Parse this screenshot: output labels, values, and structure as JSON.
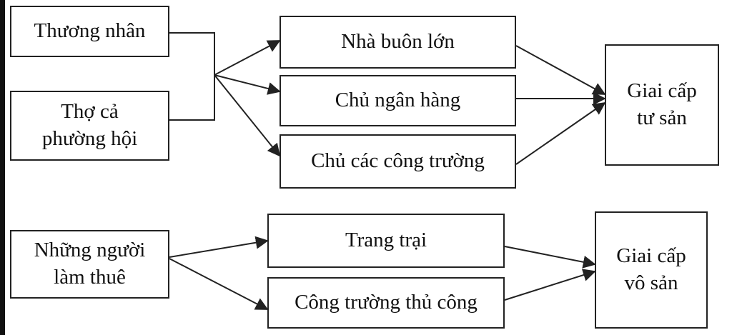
{
  "diagram": {
    "sources": {
      "thuong_nhan": "Thương nhân",
      "tho_ca_line1": "Thợ cả",
      "tho_ca_line2": "phường hội",
      "lam_thue_line1": "Những người",
      "lam_thue_line2": "làm thuê"
    },
    "middle": {
      "nha_buon_lon": "Nhà buôn lớn",
      "chu_ngan_hang": "Chủ ngân hàng",
      "chu_cong_truong": "Chủ các công trường",
      "trang_trai": "Trang trại",
      "cong_truong_thu_cong": "Công trường thủ công"
    },
    "results": {
      "tu_san_line1": "Giai cấp",
      "tu_san_line2": "tư sản",
      "vo_san_line1": "Giai cấp",
      "vo_san_line2": "vô sản"
    }
  },
  "colors": {
    "stroke": "#222222",
    "text": "#111111",
    "background": "#ffffff"
  }
}
